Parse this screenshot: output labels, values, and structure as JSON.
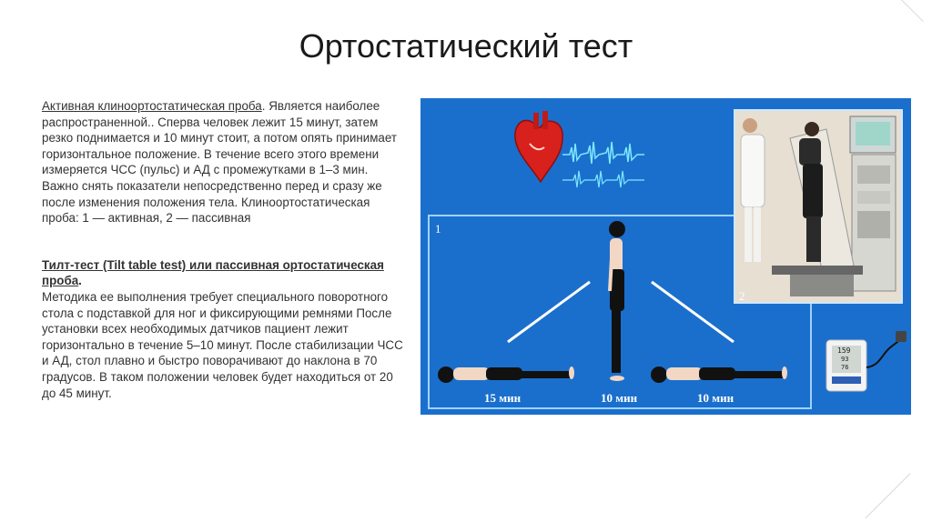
{
  "slide": {
    "title": "Ортостатический тест"
  },
  "text_block": {
    "p1": {
      "heading": "Активная клиноортостатическая проба",
      "body": ". Является наиболее распространенной.. Сперва человек лежит 15 минут, затем резко поднимается и 10 минут стоит, а потом опять принимает горизонтальное положение. В течение всего этого времени измеряется ЧСС (пульс) и АД с промежутками в 1–3 мин. Важно снять показатели непосредственно перед и сразу же после изменения положения тела. Клиноортостатическая проба: 1 — активная, 2 — пассивная"
    },
    "p2": {
      "heading": "Тилт-тест (Tilt table test) или пассивная ортостатическая проба",
      "heading_end": ".",
      "body": "Методика ее выполнения требует специального поворотного стола с подставкой для ног и фиксирующими ремнями После установки всех необходимых датчиков пациент лежит горизонтально в течение 5–10 минут. После стабилизации ЧСС и АД, стол плавно и быстро поворачивают до наклона в 70 градусов. В таком положении человек будет находиться от 20 до 45 минут."
    }
  },
  "illustration": {
    "label_1": "1",
    "label_2": "2",
    "time_1": "15 мин",
    "time_2": "10 мин",
    "time_3": "10 мин",
    "monitor_top": "159",
    "monitor_mid": "93",
    "monitor_bot": "76",
    "colors": {
      "panel_blue": "#1b6fcc",
      "inner_border": "#9fd2ff",
      "heart_red": "#d8201c",
      "ecg_cyan": "#7ee8ff"
    }
  }
}
